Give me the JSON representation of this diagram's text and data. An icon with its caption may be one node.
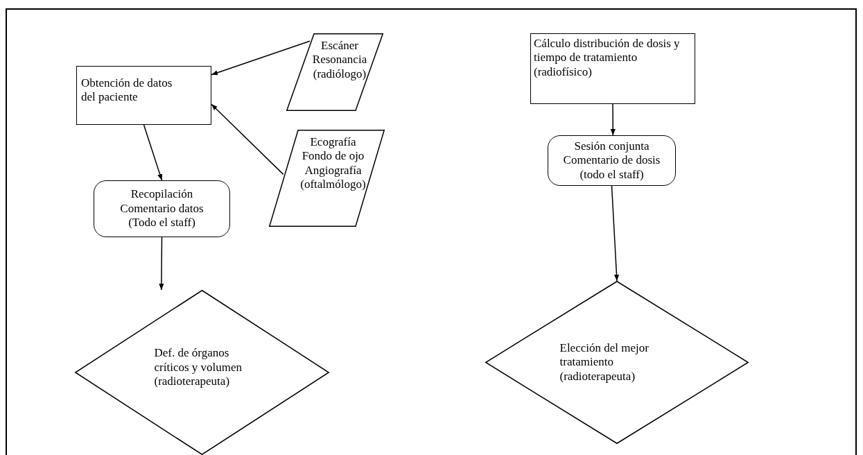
{
  "diagram": {
    "nodes": [
      {
        "text": [
          "Obtención de datos del paciente"
        ]
      },
      {
        "text": [
          "Escáner Resonancia (radiólogo)"
        ]
      },
      {
        "text": [
          "Ecografía Fondo de ojo Angiografía (oftalmólogo)"
        ]
      },
      {
        "text": [
          "Recopilación Comentario datos (Todo el staff)"
        ]
      },
      {
        "text": [
          "Def. de órganos críticos y volumen (radioterapeuta)"
        ]
      },
      {
        "text": [
          "Cálculo distribución de dosis y tiempo de tratamiento (radiofísico)"
        ]
      },
      {
        "text": [
          "Sesión conjunta Comentario de dosis (todo el staff)"
        ]
      },
      {
        "text": [
          "Elección del mejor tratamiento (radioterapeuta)"
        ]
      }
    ],
    "edges": [
      {
        "from": 1,
        "to": 0,
        "arrow": "to"
      },
      {
        "from": 2,
        "to": 0,
        "arrow": "to"
      },
      {
        "from": 0,
        "to": 3,
        "arrow": "to"
      },
      {
        "from": 3,
        "to": 4,
        "arrow": "to"
      },
      {
        "from": 5,
        "to": 6,
        "arrow": "to"
      },
      {
        "from": 6,
        "to": 7,
        "arrow": "to"
      }
    ]
  }
}
